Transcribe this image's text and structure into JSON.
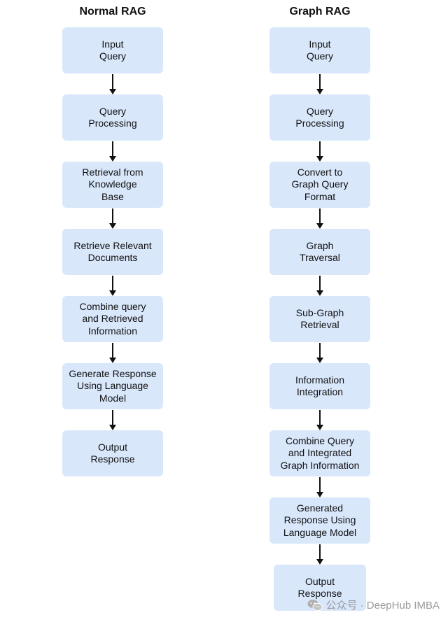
{
  "columns": [
    {
      "title": "Normal RAG",
      "steps": [
        "Input\nQuery",
        "Query\nProcessing",
        "Retrieval from\nKnowledge\nBase",
        "Retrieve Relevant\nDocuments",
        "Combine query\nand Retrieved\nInformation",
        "Generate Response\nUsing Language\nModel",
        "Output\nResponse"
      ]
    },
    {
      "title": "Graph RAG",
      "steps": [
        "Input\nQuery",
        "Query\nProcessing",
        "Convert to\nGraph Query\nFormat",
        "Graph\nTraversal",
        "Sub-Graph\nRetrieval",
        "Information\nIntegration",
        "Combine Query\nand Integrated\nGraph Information",
        "Generated\nResponse Using\nLanguage Model",
        "Output\nResponse"
      ]
    }
  ],
  "watermark": {
    "icon": "wechat-icon",
    "text": "公众号 · DeepHub IMBA"
  },
  "colors": {
    "node_fill": "#d9e7fb",
    "text": "#111111",
    "arrow": "#111111",
    "watermark": "#9a9a9a"
  }
}
